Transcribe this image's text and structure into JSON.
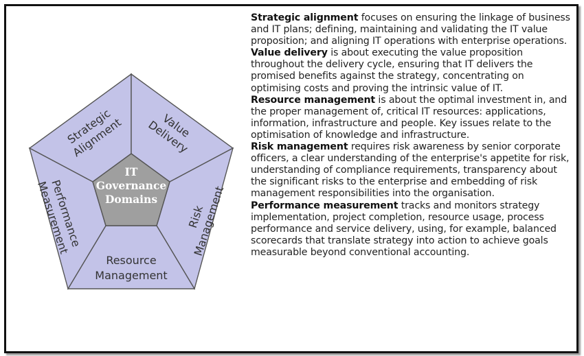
{
  "diagram": {
    "center_line1": "IT",
    "center_line2": "Governance",
    "center_line3": "Domains",
    "seg_sa_1": "Strategic",
    "seg_sa_2": "Alignment",
    "seg_vd_1": "Value",
    "seg_vd_2": "Delivery",
    "seg_rk_1": "Risk",
    "seg_rk_2": "Management",
    "seg_rm_1": "Resource",
    "seg_rm_2": "Management",
    "seg_pm_1": "Performance",
    "seg_pm_2": "Measurement",
    "colors": {
      "outer_fill": "#c3c3e8",
      "center_fill": "#9f9f9f",
      "stroke": "#555555",
      "center_text": "#ffffff"
    }
  },
  "descriptions": [
    {
      "term": "Strategic alignment",
      "text": " focuses on ensuring the linkage of business and IT plans; defining, maintaining and validating the IT value proposition; and aligning IT operations with enterprise operations."
    },
    {
      "term": "Value delivery",
      "text": " is about executing the value proposition throughout the delivery cycle, ensuring that IT delivers the promised benefits against the strategy, concentrating on optimising costs and proving the intrinsic value of IT."
    },
    {
      "term": "Resource management",
      "text": " is about the optimal investment in, and the proper management of, critical IT resources: applications, information, infrastructure and people. Key issues relate to the optimisation of knowledge and infrastructure."
    },
    {
      "term": "Risk management",
      "text": " requires risk awareness by senior corporate officers, a clear understanding of the enterprise's appetite for risk, understanding of compliance requirements, transparency about the significant risks to the enterprise and embedding of risk management responsibilities into the organisation."
    },
    {
      "term": "Performance measurement",
      "text": " tracks and monitors strategy implementation, project completion, resource usage, process performance and service delivery, using, for example, balanced scorecards that translate strategy into action to achieve goals measurable beyond conventional accounting."
    }
  ]
}
